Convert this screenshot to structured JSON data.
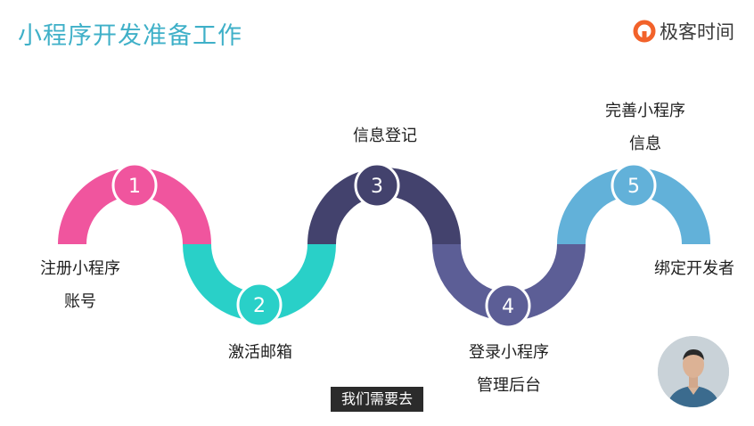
{
  "slide": {
    "title": "小程序开发准备工作",
    "brand": {
      "name": "极客时间",
      "accent_color": "#f2622a",
      "icon": "geektime-logo-icon"
    }
  },
  "steps": [
    {
      "number": "1",
      "label_lines": [
        "注册小程序",
        "账号"
      ],
      "color": "#f0559e"
    },
    {
      "number": "2",
      "label_lines": [
        "激活邮箱"
      ],
      "color": "#29d0c8"
    },
    {
      "number": "3",
      "label_lines": [
        "信息登记"
      ],
      "color": "#43426d"
    },
    {
      "number": "4",
      "label_lines": [
        "登录小程序",
        "管理后台"
      ],
      "color": "#5c5e96"
    },
    {
      "number": "5",
      "label_lines": [
        "完善小程序",
        "信息"
      ],
      "color": "#62b1d9"
    }
  ],
  "end_label": "绑定开发者",
  "subtitle": "我们需要去",
  "presenter": {
    "icon": "presenter-video-avatar"
  }
}
